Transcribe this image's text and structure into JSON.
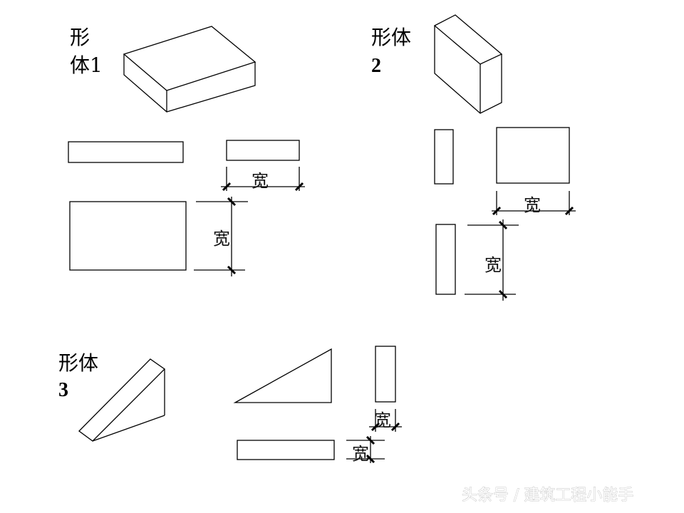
{
  "shapes": [
    {
      "title_line1": "形",
      "title_line2": "体1"
    },
    {
      "title_line1": "形体",
      "title_line2": "2"
    },
    {
      "title_line1": "形体",
      "title_line2": "3"
    }
  ],
  "dimension_label": "宽",
  "watermark": "头条号 / 建筑工程小能手"
}
